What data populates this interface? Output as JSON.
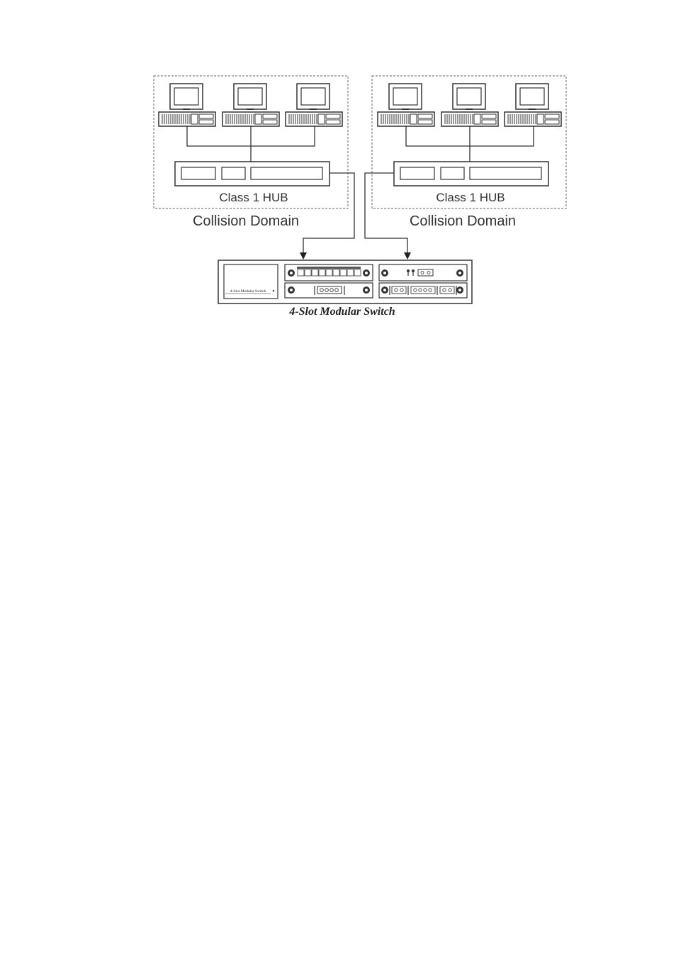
{
  "diagram": {
    "left_group": {
      "hub_label": "Class 1 HUB",
      "domain_label": "Collision Domain"
    },
    "right_group": {
      "hub_label": "Class 1 HUB",
      "domain_label": "Collision Domain"
    },
    "switch": {
      "caption": "4-Slot Modular Switch",
      "panel_label": "4-Slot Modular Switch"
    },
    "colors": {
      "line": "#333333",
      "dash": "#555555"
    },
    "icons": [
      "computer-icon",
      "monitor-icon",
      "system-unit-icon",
      "hub-icon",
      "modular-switch-icon",
      "arrow-head-icon"
    ]
  }
}
